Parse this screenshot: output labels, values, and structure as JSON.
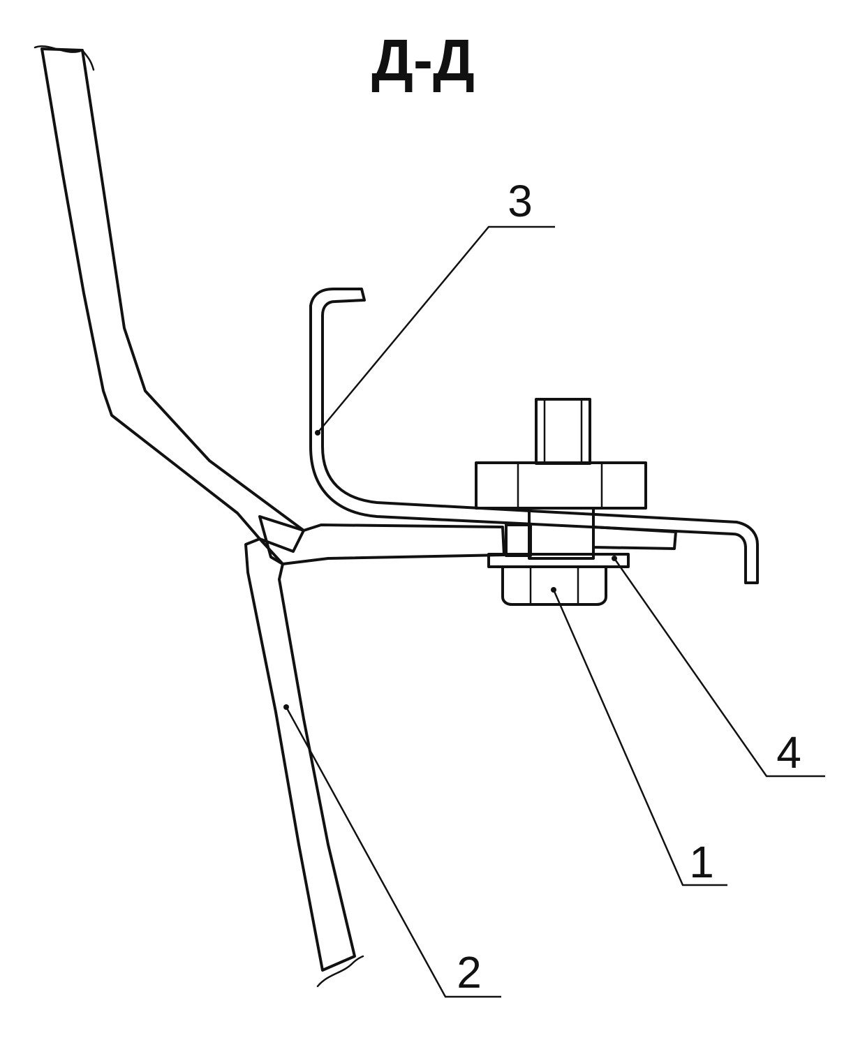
{
  "section_title": "Д-Д",
  "callouts": [
    {
      "number": "1"
    },
    {
      "number": "2"
    },
    {
      "number": "3"
    },
    {
      "number": "4"
    }
  ]
}
